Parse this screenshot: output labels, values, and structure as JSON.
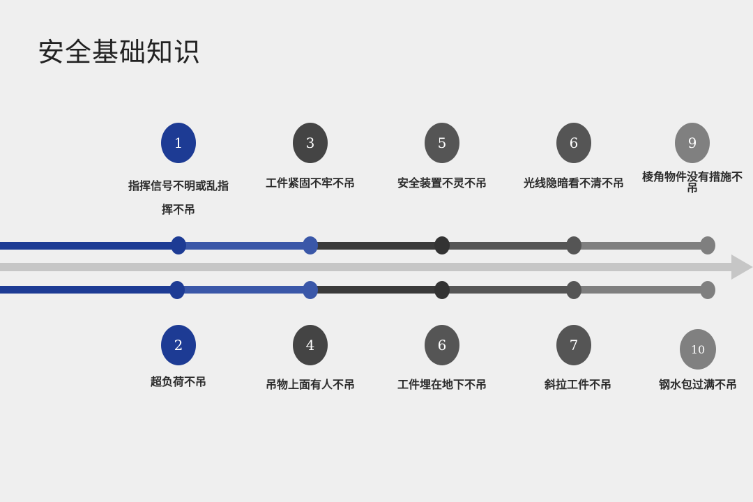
{
  "title": "安全基础知识",
  "colors": {
    "c1": "#1d3b94",
    "c2": "#3a57a8",
    "c3": "#3a3a3a",
    "c4": "#555555",
    "c5": "#7f7f7f",
    "arrow": "#c6c6c6"
  },
  "top_items": [
    {
      "number": "1",
      "label": "指挥信号不明或乱指挥不吊"
    },
    {
      "number": "3",
      "label": "工件紧固不牢不吊"
    },
    {
      "number": "5",
      "label": "安全装置不灵不吊"
    },
    {
      "number": "6",
      "label": "光线隐暗看不清不吊"
    },
    {
      "number": "9",
      "label": "棱角物件没有措施不吊"
    }
  ],
  "bottom_items": [
    {
      "number": "2",
      "label": "超负荷不吊"
    },
    {
      "number": "4",
      "label": "吊物上面有人不吊"
    },
    {
      "number": "6",
      "label": "工件埋在地下不吊"
    },
    {
      "number": "7",
      "label": "斜拉工件不吊"
    },
    {
      "number": "10",
      "label": "钢水包过满不吊"
    }
  ]
}
